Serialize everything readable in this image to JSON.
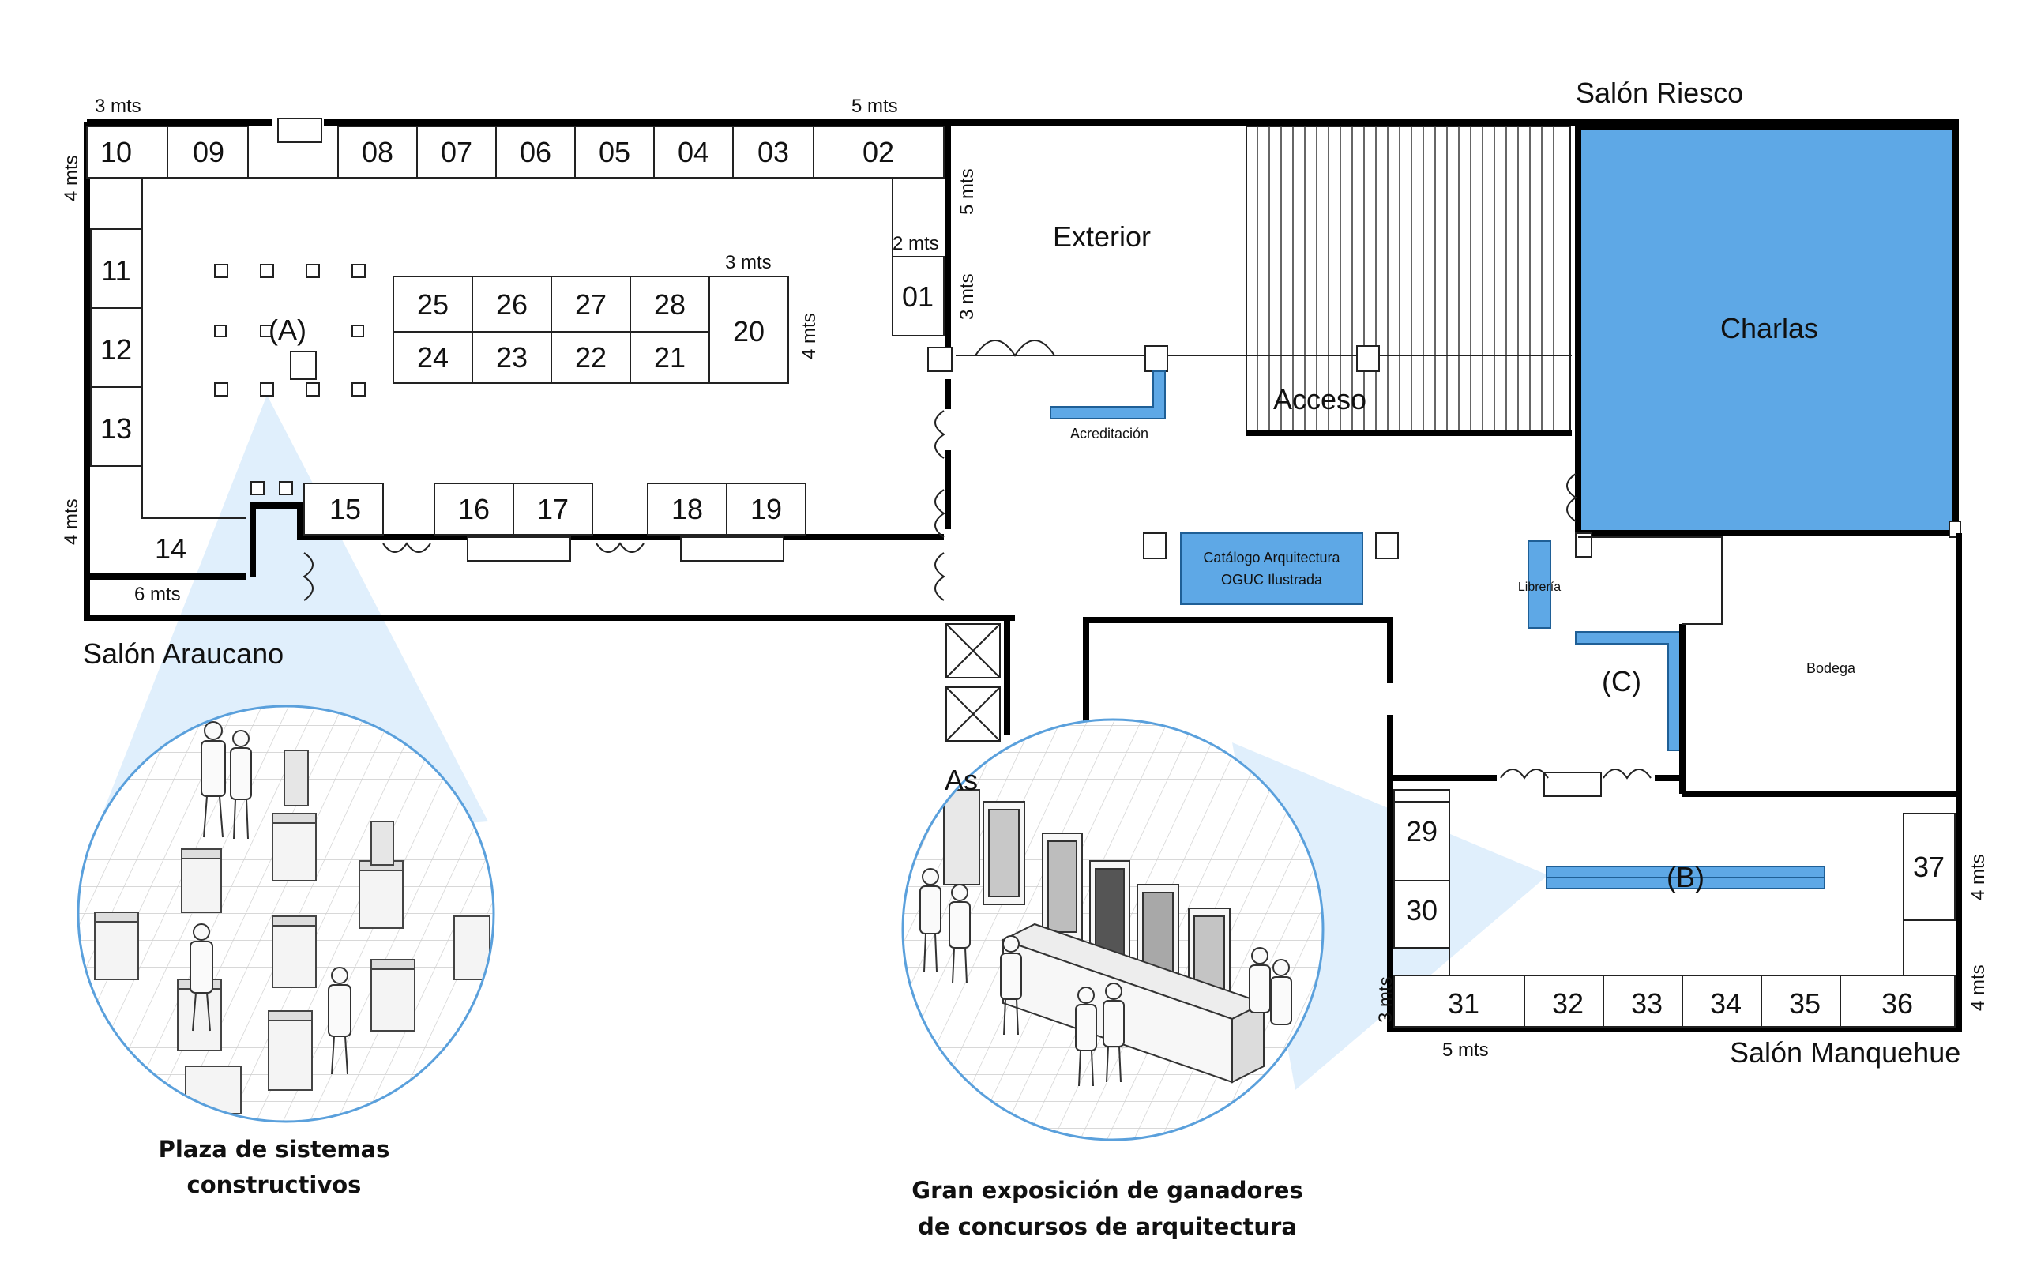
{
  "rooms": {
    "salon_riesco": "Salón Riesco",
    "salon_araucano": "Salón Araucano",
    "salon_manquehue": "Salón Manquehue",
    "exterior": "Exterior",
    "acceso": "Acceso",
    "charlas": "Charlas",
    "acreditacion": "Acreditación",
    "catalogo_line1": "Catálogo Arquitectura",
    "catalogo_line2": "OGUC Ilustrada",
    "libreria": "Librería",
    "bodega": "Bodega",
    "ascensor_partial": "As"
  },
  "zones": {
    "a": "(A)",
    "b": "(B)",
    "c": "(C)"
  },
  "stalls": {
    "s01": "01",
    "s02": "02",
    "s03": "03",
    "s04": "04",
    "s05": "05",
    "s06": "06",
    "s07": "07",
    "s08": "08",
    "s09": "09",
    "s10": "10",
    "s11": "11",
    "s12": "12",
    "s13": "13",
    "s14": "14",
    "s15": "15",
    "s16": "16",
    "s17": "17",
    "s18": "18",
    "s19": "19",
    "s20": "20",
    "s21": "21",
    "s22": "22",
    "s23": "23",
    "s24": "24",
    "s25": "25",
    "s26": "26",
    "s27": "27",
    "s28": "28",
    "s29": "29",
    "s30": "30",
    "s31": "31",
    "s32": "32",
    "s33": "33",
    "s34": "34",
    "s35": "35",
    "s36": "36",
    "s37": "37"
  },
  "dimensions": {
    "d3a": "3 mts",
    "d5a": "5 mts",
    "d4a": "4 mts",
    "d4b": "4 mts",
    "d6a": "6 mts",
    "d5b": "5 mts",
    "d2a": "2 mts",
    "d3b": "3 mts",
    "d3c": "3 mts",
    "d4c": "4 mts",
    "d4d": "4 mts",
    "d4e": "4 mts",
    "d3d": "3 mts",
    "d5c": "5 mts"
  },
  "captions": {
    "left_line1": "Plaza de sistemas",
    "left_line2": "constructivos",
    "right_line1": "Gran exposición de ganadores",
    "right_line2": "de concursos de arquitectura"
  },
  "colors": {
    "accent_blue": "#5ea8e6",
    "callout_blue": "#cfe6fa",
    "circle_stroke": "#5aa0dc"
  }
}
